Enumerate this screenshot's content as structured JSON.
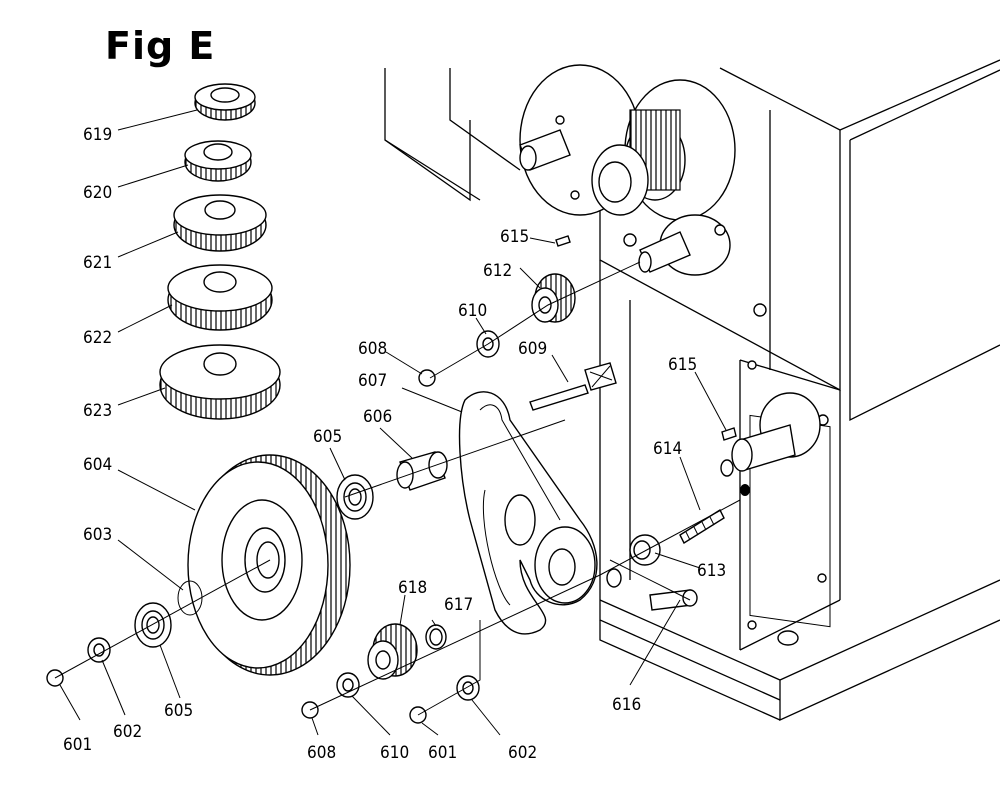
{
  "title": "Fig E",
  "parts": {
    "p619": "619",
    "p620": "620",
    "p621": "621",
    "p622": "622",
    "p623": "623",
    "p604": "604",
    "p603": "603",
    "p605a": "605",
    "p605b": "605",
    "p606": "606",
    "p607": "607",
    "p608a": "608",
    "p608b": "608",
    "p609": "609",
    "p610a": "610",
    "p610b": "610",
    "p612": "612",
    "p613": "613",
    "p614": "614",
    "p615a": "615",
    "p615b": "615",
    "p616": "616",
    "p617": "617",
    "p618": "618",
    "p601a": "601",
    "p601b": "601",
    "p602a": "602",
    "p602b": "602"
  }
}
